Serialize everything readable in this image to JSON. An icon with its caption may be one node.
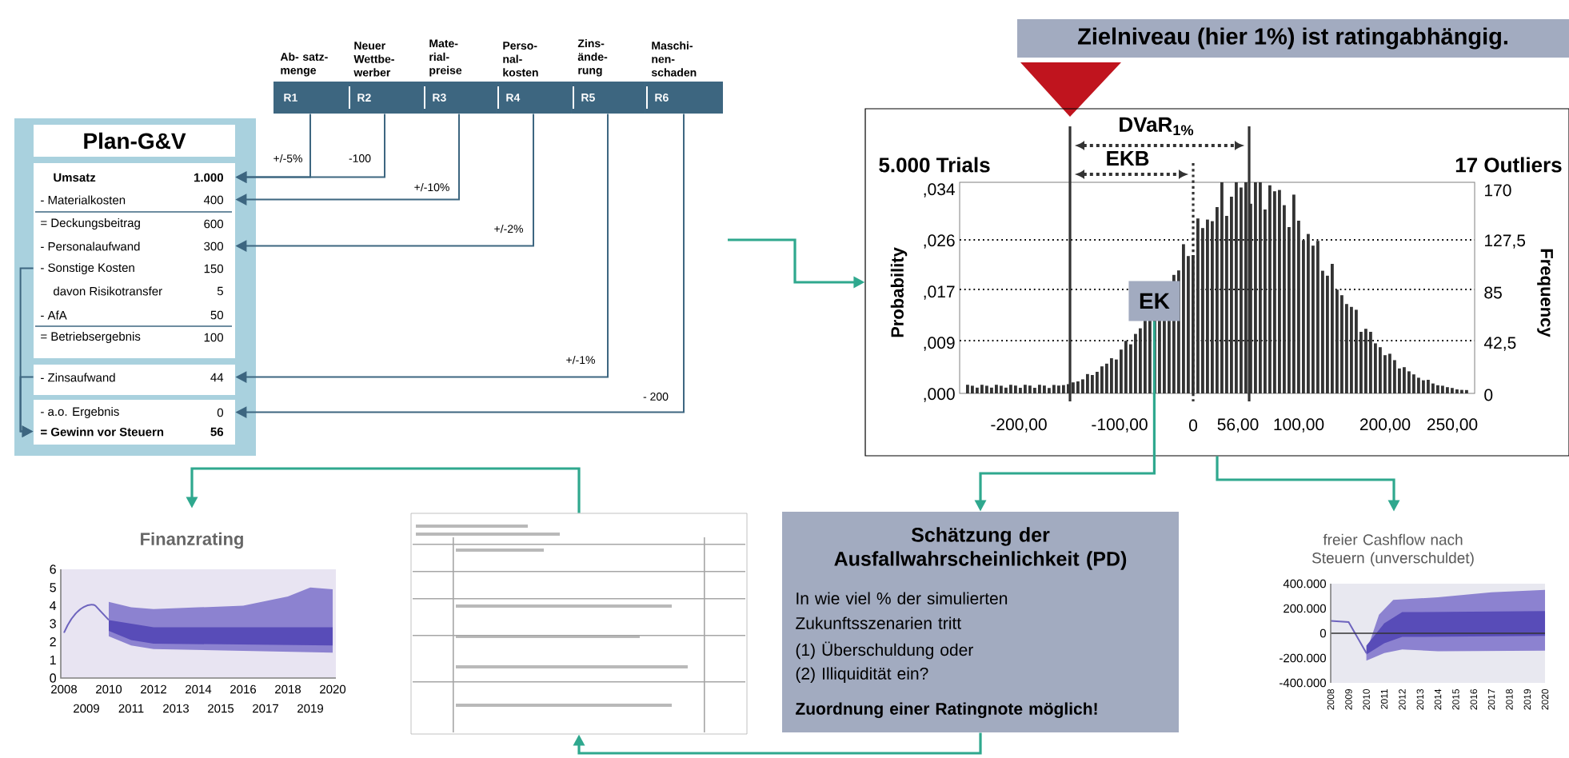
{
  "diagram": {
    "nodes": [
      {
        "text": [
          "Ab- satz- menge",
          "R1"
        ]
      },
      {
        "text": [
          "Neuer Wettbe- werber",
          "R2"
        ]
      },
      {
        "text": [
          "Mate- rial- preise",
          "R3"
        ]
      },
      {
        "text": [
          "Perso- nal- kosten",
          "R4"
        ]
      },
      {
        "text": [
          "Zins- ände- rung",
          "R5"
        ]
      },
      {
        "text": [
          "Maschi- nen- schaden",
          "R6"
        ]
      },
      {
        "text": [
          "Plan-G&V"
        ]
      },
      {
        "text": [
          "Umsatz",
          "1.000"
        ],
        "in": 6
      },
      {
        "text": [
          "- Materialkosten",
          "400"
        ],
        "in": 6
      },
      {
        "text": [
          "= Deckungsbeitrag",
          "600"
        ],
        "in": 6
      },
      {
        "text": [
          "- Personalaufwand",
          "300"
        ],
        "in": 6
      },
      {
        "text": [
          "- Sonstige Kosten",
          "150"
        ],
        "in": 6
      },
      {
        "text": [
          "davon Risikotransfer",
          "5"
        ],
        "in": 6
      },
      {
        "text": [
          "- AfA",
          "50"
        ],
        "in": 6
      },
      {
        "text": [
          "= Betriebsergebnis",
          "100"
        ],
        "in": 6
      },
      {
        "text": [
          "- Zinsaufwand",
          "44"
        ],
        "in": 6
      },
      {
        "text": [
          "- a.o. Ergebnis",
          "0"
        ],
        "in": 6
      },
      {
        "text": [
          "= Gewinn vor Steuern",
          "56"
        ],
        "in": 6
      },
      {
        "text": [
          "Zielniveau (hier 1%) ist ratingabhängig."
        ]
      },
      {
        "text": [
          "5.000 Trials",
          "17 Outliers"
        ]
      },
      {
        "text": [
          "EK"
        ],
        "in": 19
      },
      {
        "text": [
          "Schätzung der Ausfallwahrscheinlichkeit (PD)",
          "In wie viel % der simulierten Zukunftsszenarien tritt",
          "(1) Überschuldung oder",
          "(2) Illiquidität ein?",
          "Zuordnung einer Ratingnote möglich!"
        ]
      },
      {
        "text": [
          "Finanzrating"
        ]
      },
      {
        "text": [],
        "shape": "picture"
      },
      {
        "text": [
          "freier Cashflow nach Steuern (unverschuldet)"
        ]
      }
    ],
    "edges": [
      {
        "from": 0,
        "to": 7,
        "arrow": "to",
        "label": "+/-5%"
      },
      {
        "from": 1,
        "to": 7,
        "arrow": "to",
        "label": "-100"
      },
      {
        "from": 2,
        "to": 8,
        "arrow": "to",
        "label": "+/-10%"
      },
      {
        "from": 3,
        "to": 10,
        "arrow": "to",
        "label": "+/-2%"
      },
      {
        "from": 4,
        "to": 15,
        "arrow": "to",
        "label": "+/-1%"
      },
      {
        "from": 5,
        "to": 16,
        "arrow": "to",
        "label": "- 200"
      },
      {
        "from": 11,
        "to": 17,
        "arrow": "to"
      },
      {
        "from": 15,
        "to": 17,
        "arrow": "to"
      },
      {
        "from": null,
        "to": 19,
        "arrow": "to",
        "color": "#2fa88e"
      },
      {
        "from": 20,
        "to": 21,
        "arrow": "to",
        "color": "#2fa88e"
      },
      {
        "from": 19,
        "to": 24,
        "arrow": "to",
        "color": "#2fa88e"
      },
      {
        "from": 23,
        "to": 22,
        "arrow": "to",
        "color": "#2fa88e"
      },
      {
        "from": 21,
        "to": 23,
        "arrow": "to",
        "color": "#2fa88e"
      }
    ],
    "labels": [
      "DVaR$_{1%}$",
      "EKB",
      ",034",
      ",026",
      ",017",
      ",009",
      ",000",
      "170",
      "127,5",
      "85",
      "42,5",
      "0",
      "Probability",
      "Frequency",
      "-200,00",
      "-100,00",
      "0",
      "56,00",
      "100,00",
      "200,00",
      "250,00",
      "6",
      "5",
      "4",
      "3",
      "2",
      "1",
      "0",
      "2008",
      "2010",
      "2012",
      "2014",
      "2016",
      "2018",
      "2020",
      "2009",
      "2011",
      "2013",
      "2015",
      "2017",
      "2019",
      "400.000",
      "200.000",
      "0",
      "-200.000",
      "-400.000",
      "2008",
      "2009",
      "2010",
      "2011",
      "2012",
      "2013",
      "2014",
      "2015",
      "2016",
      "2017",
      "2018",
      "2019",
      "2020"
    ]
  }
}
